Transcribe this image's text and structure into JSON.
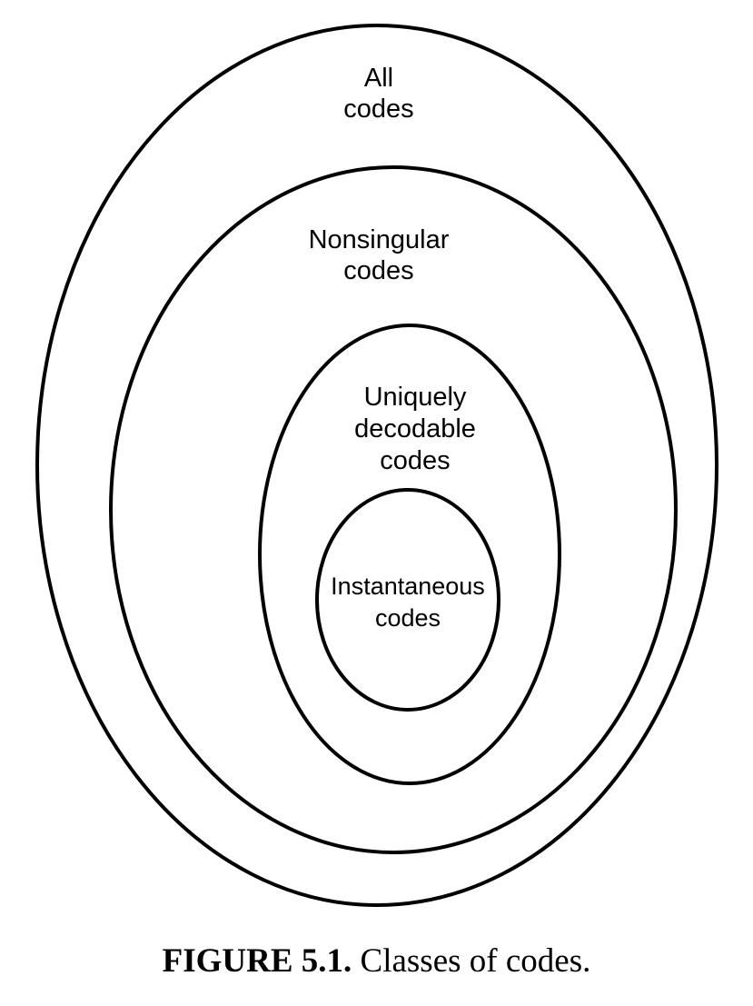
{
  "diagram": {
    "sets": [
      {
        "id": "all",
        "lines": [
          "All",
          "codes"
        ]
      },
      {
        "id": "nonsingular",
        "lines": [
          "Nonsingular",
          "codes"
        ]
      },
      {
        "id": "uniquely-decodable",
        "lines": [
          "Uniquely",
          "decodable",
          "codes"
        ]
      },
      {
        "id": "instantaneous",
        "lines": [
          "Instantaneous",
          "codes"
        ]
      }
    ],
    "stroke_color": "#000000"
  },
  "caption": {
    "number": "FIGURE 5.1.",
    "text": "Classes of codes."
  }
}
